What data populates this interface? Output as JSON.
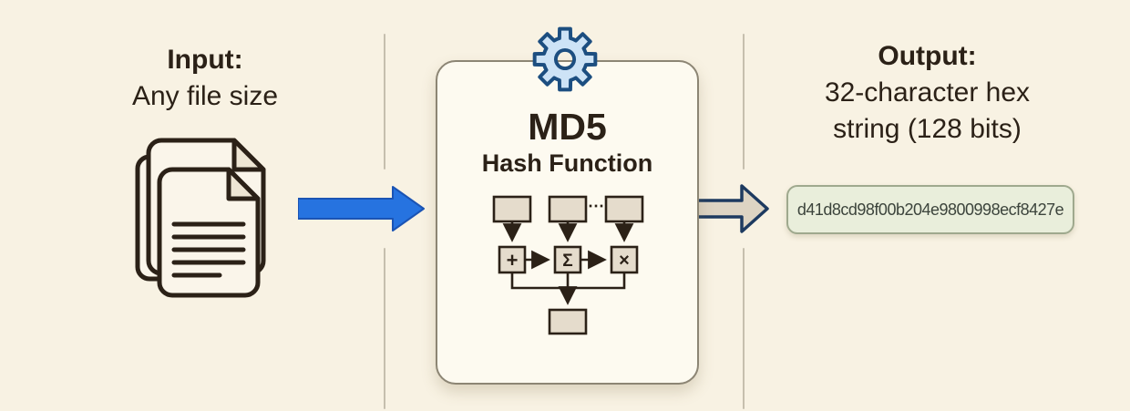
{
  "input": {
    "title": "Input:",
    "subtitle": "Any file size",
    "icon": "documents-stack-icon"
  },
  "process": {
    "title": "MD5",
    "subtitle": "Hash Function",
    "icon": "gear-icon",
    "diagram": {
      "operators": [
        "+",
        "Σ",
        "×"
      ],
      "ellipsis": "⋯"
    }
  },
  "output": {
    "title": "Output:",
    "subtitle_line1": "32-character hex",
    "subtitle_line2": "string (128 bits)",
    "hash": "d41d8cd98f00b204e9800998ecf8427e"
  },
  "colors": {
    "background": "#f8f2e3",
    "card_background": "#fdfaf0",
    "ink": "#2b2117",
    "accent_blue": "#2673e0",
    "gear_blue_fill": "#cde3f6",
    "gear_blue_stroke": "#1c4e80",
    "tan_arrow_fill": "#ddd4c3",
    "tan_arrow_stroke": "#1d3a60",
    "diagram_box_fill": "#e5dccc",
    "hash_box_fill": "#e9eedb",
    "hash_box_border": "#9fa98e",
    "divider": "#c6bfae"
  }
}
